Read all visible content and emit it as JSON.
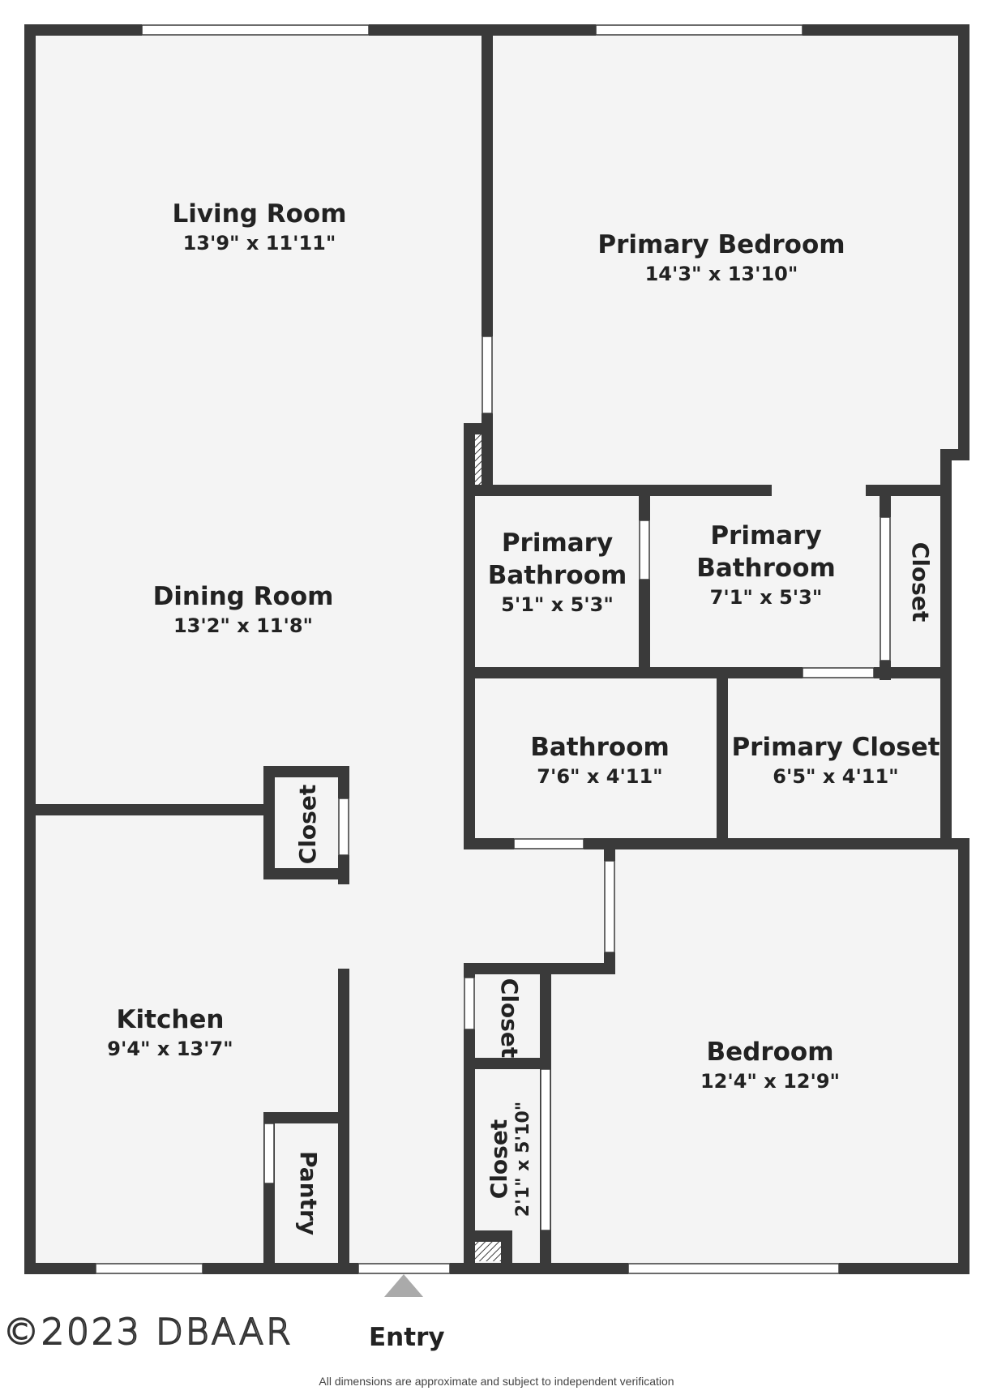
{
  "rooms": {
    "living_room": {
      "name": "Living Room",
      "dim": "13'9\" x 11'11\""
    },
    "primary_bedroom": {
      "name": "Primary Bedroom",
      "dim": "14'3\" x 13'10\""
    },
    "dining_room": {
      "name": "Dining Room",
      "dim": "13'2\" x 11'8\""
    },
    "primary_bathroom_1": {
      "name_line1": "Primary",
      "name_line2": "Bathroom",
      "dim": "5'1\" x 5'3\""
    },
    "primary_bathroom_2": {
      "name_line1": "Primary",
      "name_line2": "Bathroom",
      "dim": "7'1\" x 5'3\""
    },
    "closet_primary": {
      "name": "Closet"
    },
    "bathroom": {
      "name": "Bathroom",
      "dim": "7'6\" x 4'11\""
    },
    "primary_closet": {
      "name": "Primary Closet",
      "dim": "6'5\" x 4'11\""
    },
    "closet_dining": {
      "name": "Closet"
    },
    "kitchen": {
      "name": "Kitchen",
      "dim": "9'4\" x 13'7\""
    },
    "closet_hall": {
      "name": "Closet"
    },
    "bedroom": {
      "name": "Bedroom",
      "dim": "12'4\" x 12'9\""
    },
    "pantry": {
      "name": "Pantry"
    },
    "closet_bedroom": {
      "name": "Closet",
      "dim": "2'1\" x 5'10\""
    }
  },
  "entry_label": "Entry",
  "copyright": "©2023 DBAAR",
  "disclaimer": "All dimensions are approximate and subject to independent verification",
  "colors": {
    "wall": "#3a3a3a",
    "floor": "#f4f4f4",
    "opening": "#ffffff",
    "entry_arrow": "#aaaaaa"
  }
}
